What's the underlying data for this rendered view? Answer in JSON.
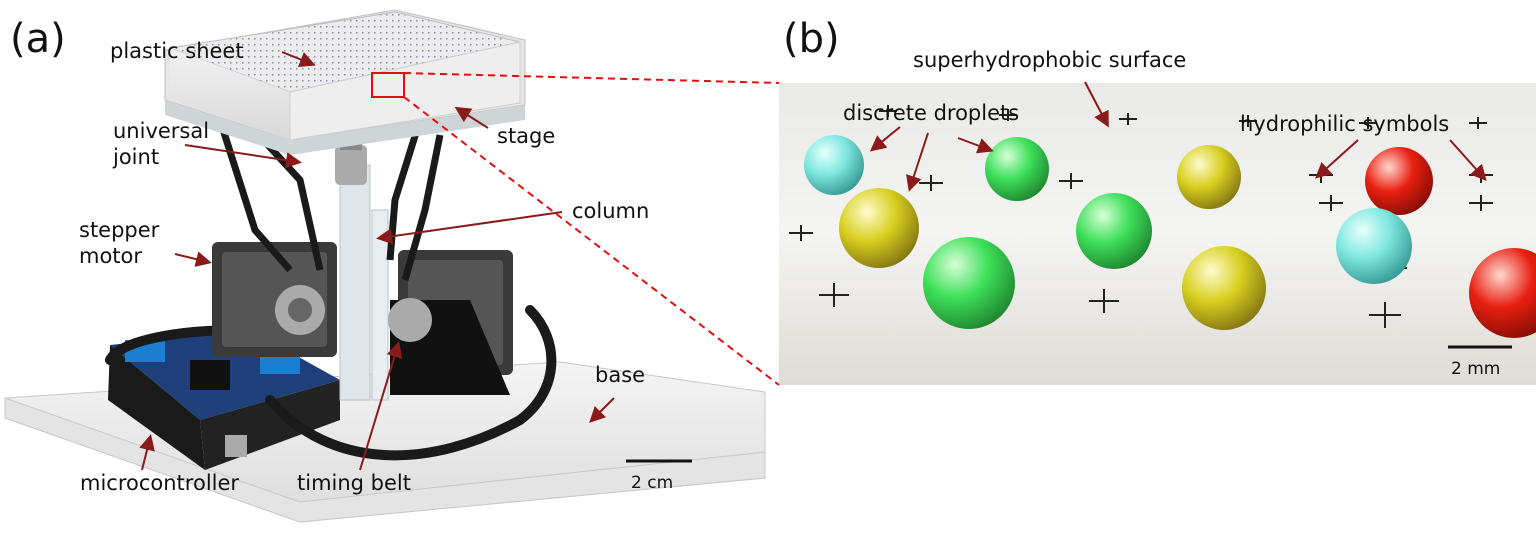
{
  "panel_a": {
    "letter": "(a)",
    "labels": {
      "plastic_sheet": "plastic sheet",
      "universal": "universal",
      "joint": "joint",
      "stage": "stage",
      "column": "column",
      "stepper": "stepper",
      "motor": "motor",
      "base": "base",
      "microcontroller": "microcontroller",
      "timing_belt": "timing belt"
    },
    "scale_bar": "2 cm"
  },
  "panel_b": {
    "letter": "(b)",
    "labels": {
      "superhydrophobic_surface": "superhydrophobic surface",
      "discrete_droplets": "discrete droplets",
      "hydrophilic_symbols": "hydrophilic symbols"
    },
    "scale_bar": "2 mm"
  },
  "colors": {
    "arrow": "#8b1a1a",
    "zoom_box": "#e01010",
    "droplet_cyan": "#7fe8e0",
    "droplet_green": "#3ee05a",
    "droplet_yellow": "#d8d020",
    "droplet_red": "#e82010"
  }
}
